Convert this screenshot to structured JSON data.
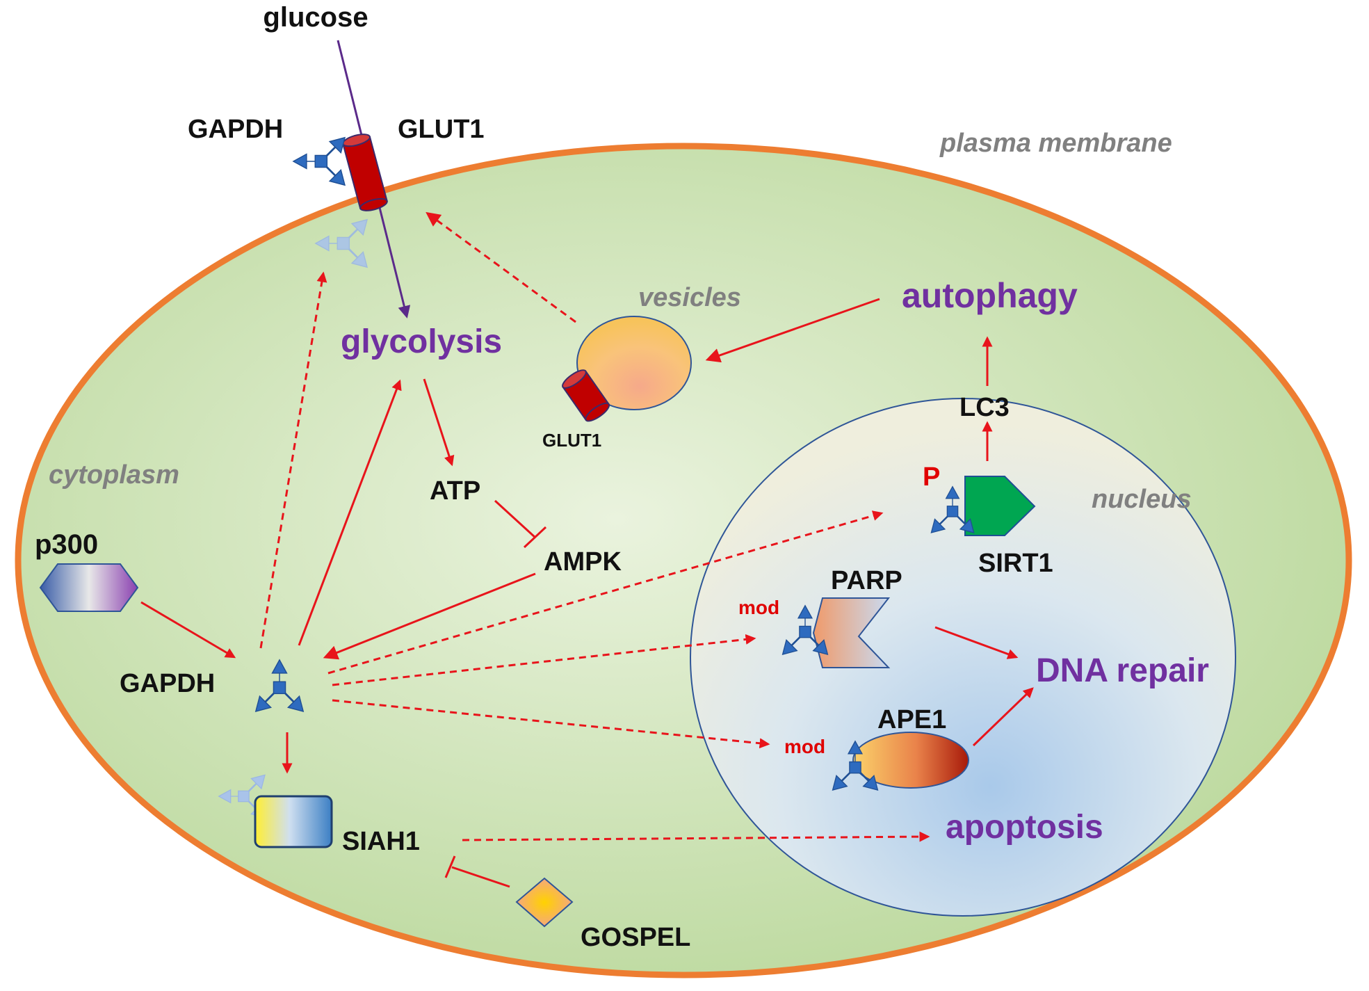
{
  "labels": {
    "glucose": "glucose",
    "gapdh_top": "GAPDH",
    "glut1_top": "GLUT1",
    "plasma_membrane": "plasma membrane",
    "vesicles": "vesicles",
    "autophagy": "autophagy",
    "glycolysis": "glycolysis",
    "glut1_vesicle": "GLUT1",
    "lc3": "LC3",
    "cytoplasm": "cytoplasm",
    "atp": "ATP",
    "phospho": "P",
    "nucleus": "nucleus",
    "ampk": "AMPK",
    "sirt1": "SIRT1",
    "p300": "p300",
    "parp": "PARP",
    "mod_parp": "mod",
    "gapdh_center": "GAPDH",
    "dna_repair": "DNA repair",
    "ape1": "APE1",
    "mod_ape1": "mod",
    "apoptosis": "apoptosis",
    "siah1": "SIAH1",
    "gospel": "GOSPEL"
  },
  "colors": {
    "membrane": "#ed7d31",
    "cytoplasm": "#d4e6bf",
    "nucleus_border": "#2f5597",
    "arrow": "#e8141b",
    "process_text": "#7030a0",
    "gapdh": "#2e6bbf",
    "glut1": "#c00000",
    "sirt1": "#00a651",
    "glucose_line": "#5b2a8a"
  },
  "icons": {
    "gapdh": "gapdh-trimer-icon",
    "glut1": "glut1-channel-icon",
    "p300": "p300-hexagon-icon",
    "sirt1": "sirt1-pentagon-icon",
    "parp": "parp-chevron-icon",
    "ape1": "ape1-ellipse-icon",
    "siah1": "siah1-rectangle-icon",
    "gospel": "gospel-diamond-icon",
    "vesicle": "vesicle-icon"
  }
}
